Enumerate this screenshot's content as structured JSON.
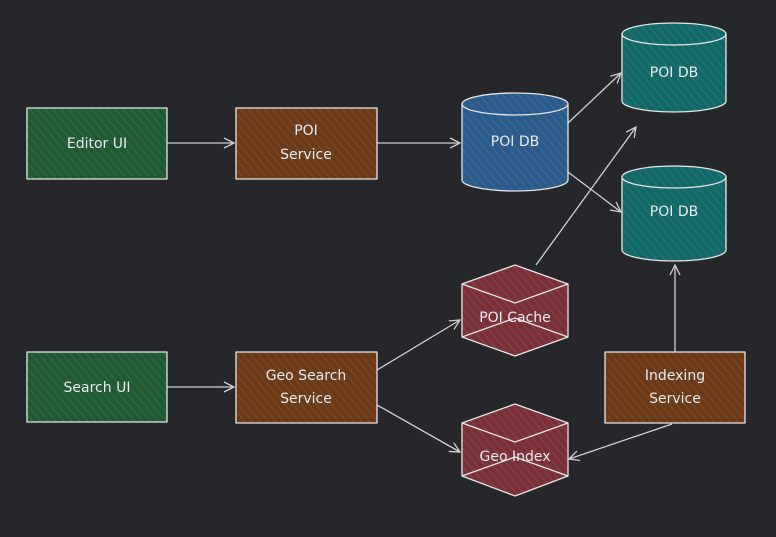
{
  "colors": {
    "background": "#25272b",
    "client": "#1f5a33",
    "service": "#6b3a17",
    "poi_db_primary": "#2a5b8a",
    "poi_db_replica": "#13686a",
    "cache_index": "#7a3038",
    "stroke": "#e6e6e6"
  },
  "nodes": {
    "editor_ui": "Editor UI",
    "poi_service": [
      "POI",
      "Service"
    ],
    "poi_db_primary": "POI DB",
    "poi_db_replica_1": "POI DB",
    "poi_db_replica_2": "POI DB",
    "search_ui": "Search UI",
    "geo_search_service": [
      "Geo Search",
      "Service"
    ],
    "poi_cache": "POI Cache",
    "geo_index": "Geo Index",
    "indexing_service": [
      "Indexing",
      "Service"
    ]
  },
  "edges": [
    {
      "from": "editor_ui",
      "to": "poi_service"
    },
    {
      "from": "poi_service",
      "to": "poi_db_primary"
    },
    {
      "from": "poi_db_primary",
      "to": "poi_db_replica_1"
    },
    {
      "from": "poi_db_primary",
      "to": "poi_db_replica_2"
    },
    {
      "from": "poi_cache",
      "to": "poi_db_replica_1"
    },
    {
      "from": "search_ui",
      "to": "geo_search_service"
    },
    {
      "from": "geo_search_service",
      "to": "poi_cache"
    },
    {
      "from": "geo_search_service",
      "to": "geo_index"
    },
    {
      "from": "indexing_service",
      "to": "poi_db_replica_2"
    },
    {
      "from": "indexing_service",
      "to": "geo_index"
    }
  ]
}
